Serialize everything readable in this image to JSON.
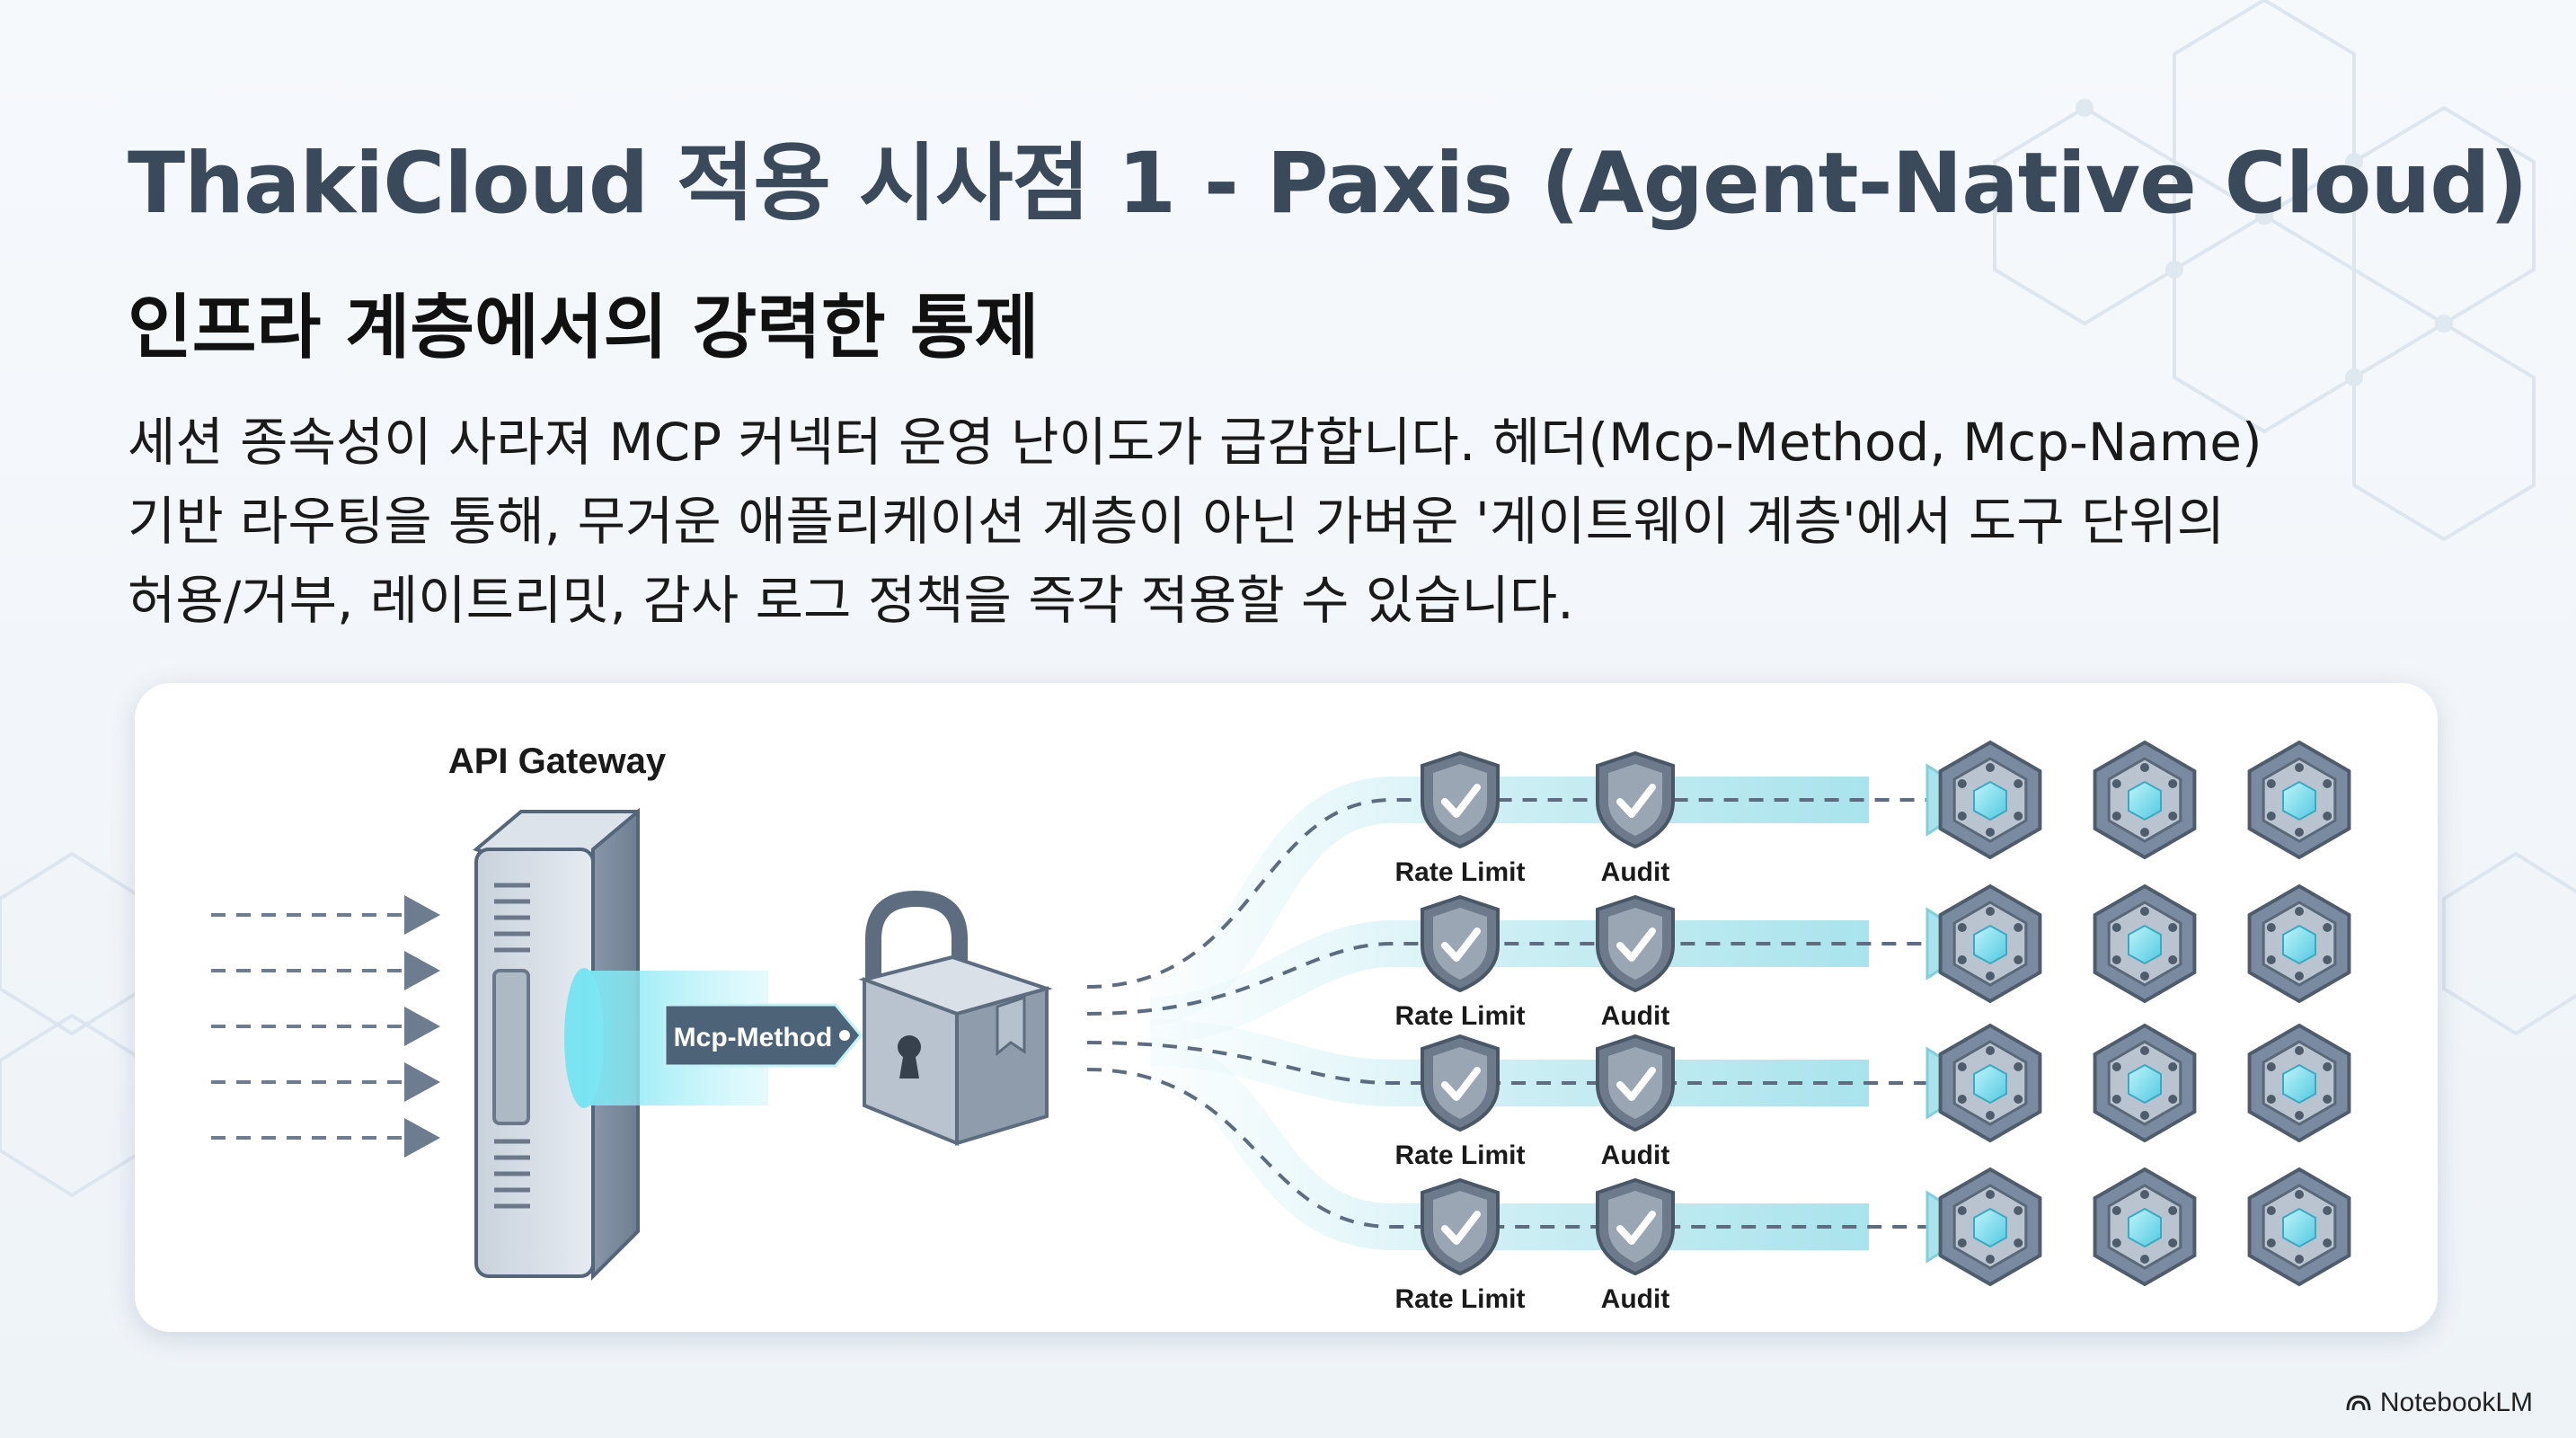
{
  "title": "ThakiCloud 적용 시사점 1 - Paxis (Agent-Native Cloud)",
  "subtitle": "인프라 계층에서의 강력한 통제",
  "description_lines": [
    "세션 종속성이 사라져 MCP 커넥터 운영 난이도가 급감합니다. 헤더(Mcp-Method, Mcp-Name)",
    "기반 라우팅을 통해, 무거운 애플리케이션 계층이 아닌 가벼운 '게이트웨이 계층'에서 도구 단위의",
    "허용/거부, 레이트리밋, 감사 로그 정책을 즉각 적용할 수 있습니다."
  ],
  "diagram": {
    "gateway_label": "API Gateway",
    "tag_label": "Mcp-Method",
    "routes": [
      {
        "rate_label": "Rate Limit",
        "audit_label": "Audit"
      },
      {
        "rate_label": "Rate Limit",
        "audit_label": "Audit"
      },
      {
        "rate_label": "Rate Limit",
        "audit_label": "Audit"
      },
      {
        "rate_label": "Rate Limit",
        "audit_label": "Audit"
      }
    ],
    "colors": {
      "glow": "#5ee0f0",
      "node": "#7a8aa0",
      "cube": "#6fd6ea",
      "shield": "#6c7a8c"
    }
  },
  "brand": "NotebookLM"
}
